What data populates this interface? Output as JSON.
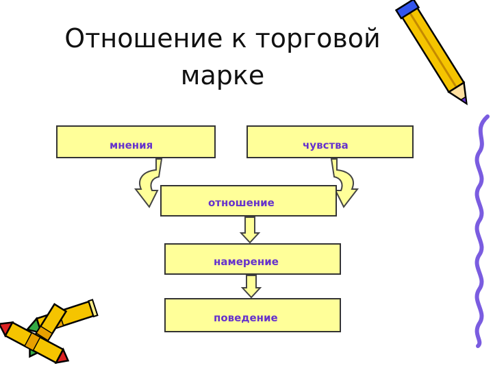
{
  "title": {
    "line1": "Отношение к торговой",
    "line2": "марке"
  },
  "boxes": {
    "opinions": "мнения",
    "feelings": "чувства",
    "attitude": "отношение",
    "intention": "намерение",
    "behavior": "поведение"
  },
  "colors": {
    "box_fill": "#ffff99",
    "box_text": "#6633cc",
    "arrow_fill": "#ffff99",
    "ribbon": "#7a5ce0"
  },
  "decorations": [
    "pencil-icon",
    "crayons-icon",
    "wavy-ribbon"
  ]
}
